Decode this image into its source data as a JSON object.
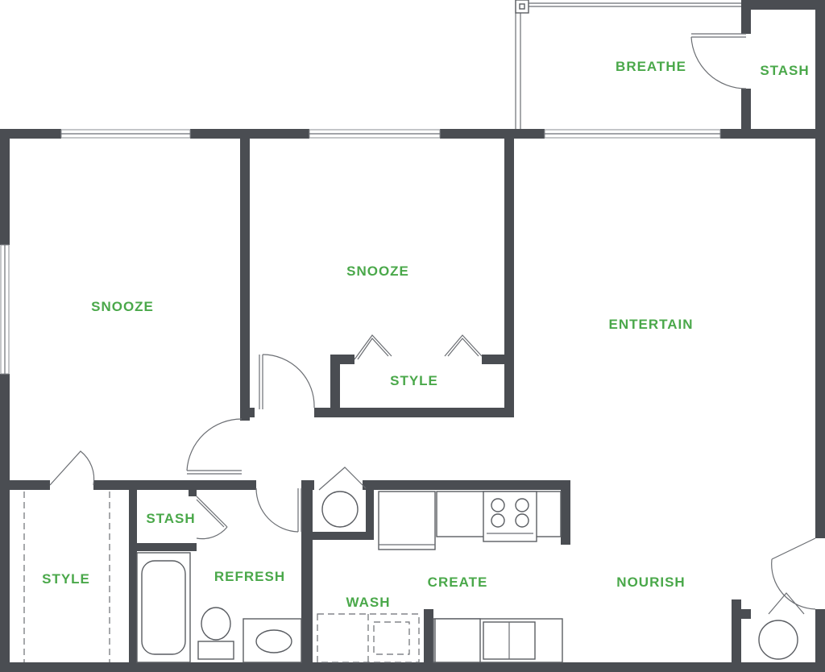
{
  "labels": {
    "breathe": "BREATHE",
    "stash_top": "STASH",
    "snooze_left": "SNOOZE",
    "snooze_mid": "SNOOZE",
    "entertain": "ENTERTAIN",
    "style_mid": "STYLE",
    "stash_small": "STASH",
    "refresh": "REFRESH",
    "create": "CREATE",
    "nourish": "NOURISH",
    "wash": "WASH",
    "style_left": "STYLE"
  },
  "colors": {
    "label": "#4aa84a",
    "wall": "#4a4d52"
  }
}
